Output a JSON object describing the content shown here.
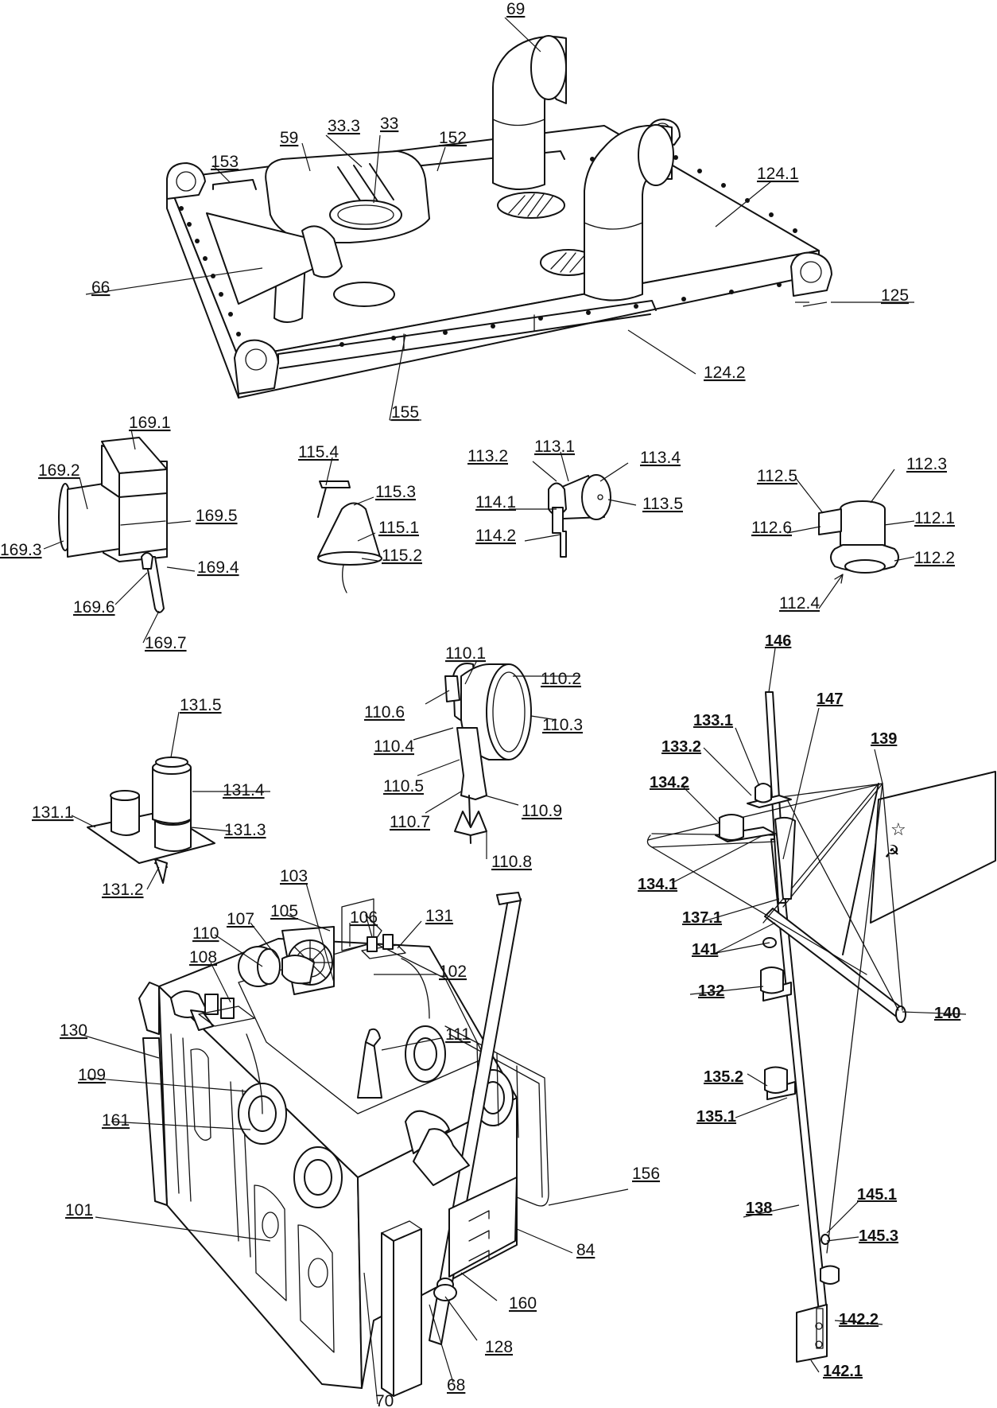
{
  "labels": {
    "l69": "69",
    "l33_3": "33.3",
    "l33": "33",
    "l59": "59",
    "l152": "152",
    "l153": "153",
    "l124_1": "124.1",
    "l66": "66",
    "l125": "125",
    "l124_2": "124.2",
    "l155": "155",
    "l169_1": "169.1",
    "l169_2": "169.2",
    "l169_5": "169.5",
    "l169_3": "169.3",
    "l169_4": "169.4",
    "l169_6": "169.6",
    "l169_7": "169.7",
    "l115_4": "115.4",
    "l115_3": "115.3",
    "l115_1": "115.1",
    "l115_2": "115.2",
    "l113_1": "113.1",
    "l113_2": "113.2",
    "l113_4": "113.4",
    "l114_1": "114.1",
    "l113_5": "113.5",
    "l114_2": "114.2",
    "l112_5": "112.5",
    "l112_3": "112.3",
    "l112_1": "112.1",
    "l112_6": "112.6",
    "l112_2": "112.2",
    "l112_4": "112.4",
    "l110_1": "110.1",
    "l110_2": "110.2",
    "l110_6": "110.6",
    "l110_3": "110.3",
    "l110_4": "110.4",
    "l110_5": "110.5",
    "l110_7": "110.7",
    "l110_9": "110.9",
    "l110_8": "110.8",
    "l131_5": "131.5",
    "l131_4": "131.4",
    "l131_1": "131.1",
    "l131_3": "131.3",
    "l131_2": "131.2",
    "l146": "146",
    "l147": "147",
    "l133_1": "133.1",
    "l133_2": "133.2",
    "l139": "139",
    "l134_2": "134.2",
    "l134_1": "134.1",
    "l137_1": "137.1",
    "l141": "141",
    "l132": "132",
    "l140": "140",
    "l135_2": "135.2",
    "l135_1": "135.1",
    "l138": "138",
    "l145_1": "145.1",
    "l145_3": "145.3",
    "l142_2": "142.2",
    "l142_1": "142.1",
    "l103": "103",
    "l110": "110",
    "l107": "107",
    "l105": "105",
    "l106": "106",
    "l131": "131",
    "l108": "108",
    "l102": "102",
    "l130": "130",
    "l111": "111",
    "l109": "109",
    "l161": "161",
    "l156": "156",
    "l101": "101",
    "l84": "84",
    "l160": "160",
    "l128": "128",
    "l70": "70",
    "l68": "68"
  }
}
